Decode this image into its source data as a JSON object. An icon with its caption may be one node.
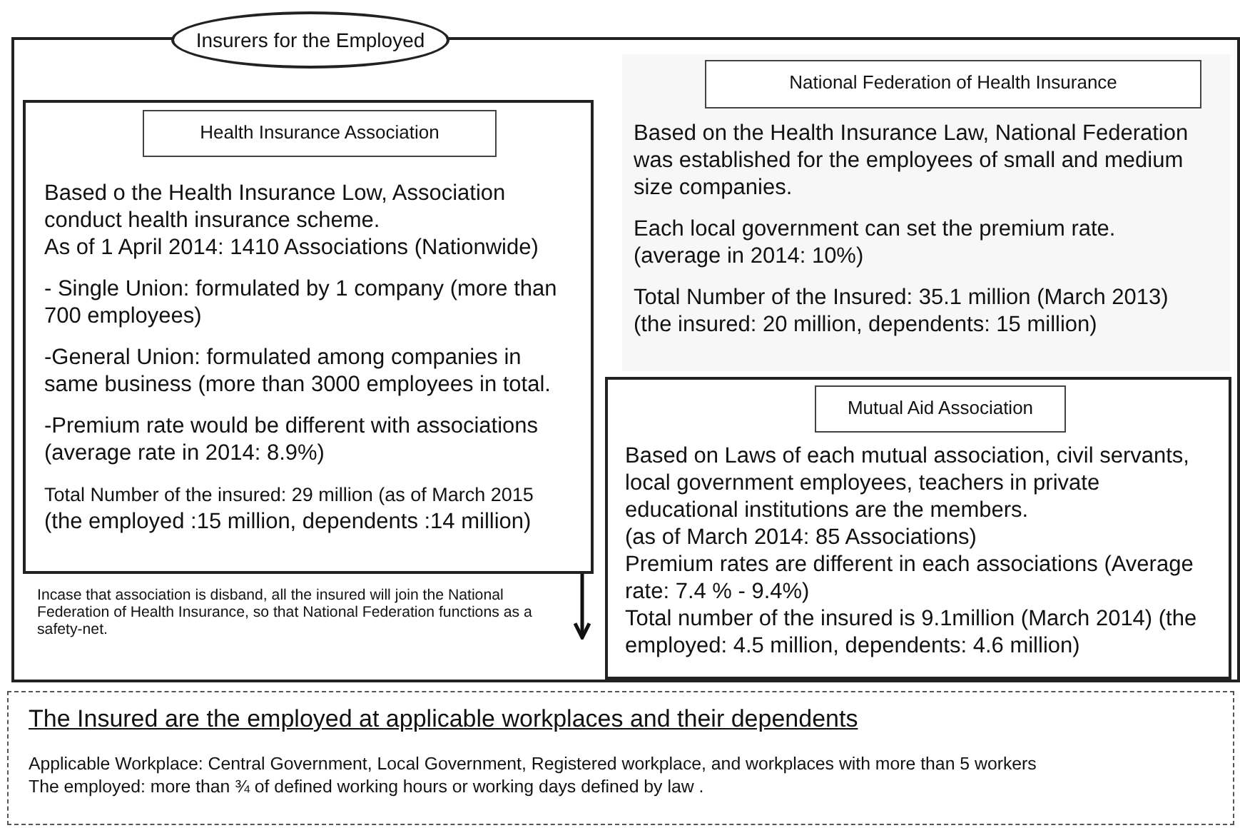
{
  "diagram": {
    "nodes": [
      {
        "text": [
          "Insurers for the Employed"
        ]
      },
      {
        "text": [
          "Health Insurance Association",
          "Based o the Health Insurance Low, Association conduct health insurance scheme.",
          "As of 1 April 2014: 1410 Associations (Nationwide)",
          "- Single Union: formulated by 1 company (more than 700 employees)",
          "-General Union: formulated among companies in same business (more than 3000 employees in total.",
          "-Premium rate would be different with associations (average rate in 2014: 8.9%)",
          "Total Number of the insured: 29 million (as of March 2015",
          "(the employed :15 million, dependents :14 million)"
        ],
        "in": 0
      },
      {
        "text": [
          "Incase that association is disband, all the insured will join the National Federation of Health Insurance, so that National Federation functions as a safety-net."
        ],
        "in": 0
      },
      {
        "text": [
          "National Federation of  Health Insurance",
          "Based on the Health Insurance Law, National Federation was established for  the employees of small and medium size companies.",
          "Each local government can set the premium rate. (average in 2014: 10%)",
          "Total Number of the Insured: 35.1 million (March 2013) (the insured: 20 million, dependents: 15 million)"
        ],
        "in": 0
      },
      {
        "text": [
          "Mutual Aid Association",
          "Based on Laws of each mutual association, civil servants, local government employees, teachers in private educational institutions are the members.",
          "(as of March 2014: 85 Associations)",
          "Premium rates are different in each associations (Average rate: 7.4 %  - 9.4%)",
          "Total number of the insured is 9.1million (March 2014) (the employed: 4.5 million, dependents: 4.6 million)"
        ],
        "in": 0
      },
      {
        "text": [
          "The Insured are the employed at applicable workplaces and their dependents",
          "Applicable Workplace: Central Government, Local Government, Registered workplace, and workplaces with more than 5 workers",
          "The employed: more than ¾ of defined working hours or working days defined by law ."
        ]
      }
    ],
    "edges": [
      {
        "from": 1,
        "to": 2,
        "arrow": "to"
      }
    ]
  }
}
